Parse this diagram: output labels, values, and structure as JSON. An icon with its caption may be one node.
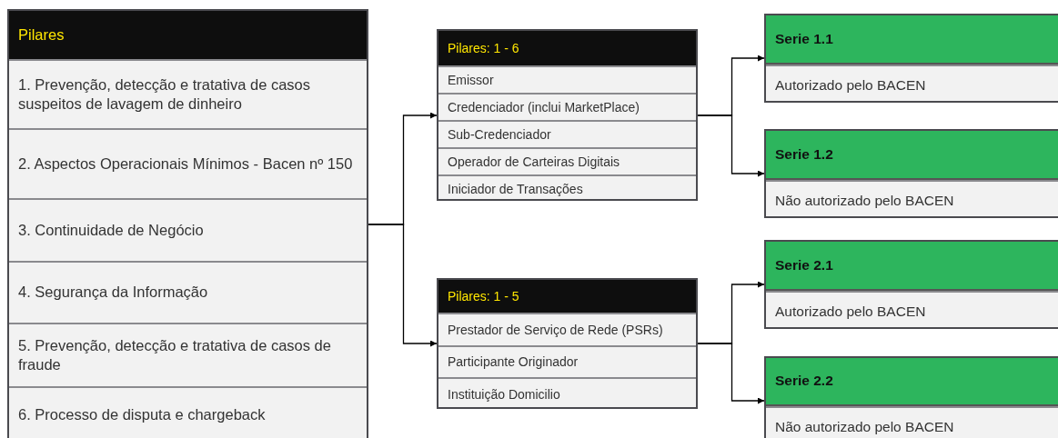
{
  "diagram": {
    "nodes": [
      {
        "text": [
          "Pilares",
          "1. Prevenção, detecção e tratativa de casos suspeitos de lavagem de dinheiro",
          "2. Aspectos Operacionais Mínimos - Bacen nº 150",
          "3. Continuidade de Negócio",
          "4. Segurança da Informação",
          "5. Prevenção, detecção e tratativa de casos de fraude",
          "6. Processo de disputa e chargeback"
        ]
      },
      {
        "text": [
          "Pilares: 1 - 6",
          "Emissor",
          "Credenciador (inclui MarketPlace)",
          "Sub-Credenciador",
          "Operador de Carteiras Digitais",
          "Iniciador de Transações"
        ]
      },
      {
        "text": [
          "Pilares: 1 - 5",
          "Prestador de Serviço de Rede (PSRs)",
          "Participante Originador",
          "Instituição Domicilio"
        ]
      },
      {
        "text": [
          "Serie 1.1",
          "Autorizado pelo BACEN"
        ]
      },
      {
        "text": [
          "Serie 1.2",
          "Não autorizado pelo BACEN"
        ]
      },
      {
        "text": [
          "Serie 2.1",
          "Autorizado pelo BACEN"
        ]
      },
      {
        "text": [
          "Serie 2.2",
          "Não autorizado pelo BACEN"
        ]
      }
    ],
    "edges": [
      {
        "from": 0,
        "to": 1,
        "arrow": "to"
      },
      {
        "from": 0,
        "to": 2,
        "arrow": "to"
      },
      {
        "from": 1,
        "to": 3,
        "arrow": "to"
      },
      {
        "from": 1,
        "to": 4,
        "arrow": "to"
      },
      {
        "from": 2,
        "to": 5,
        "arrow": "to"
      },
      {
        "from": 2,
        "to": 6,
        "arrow": "to"
      }
    ]
  }
}
